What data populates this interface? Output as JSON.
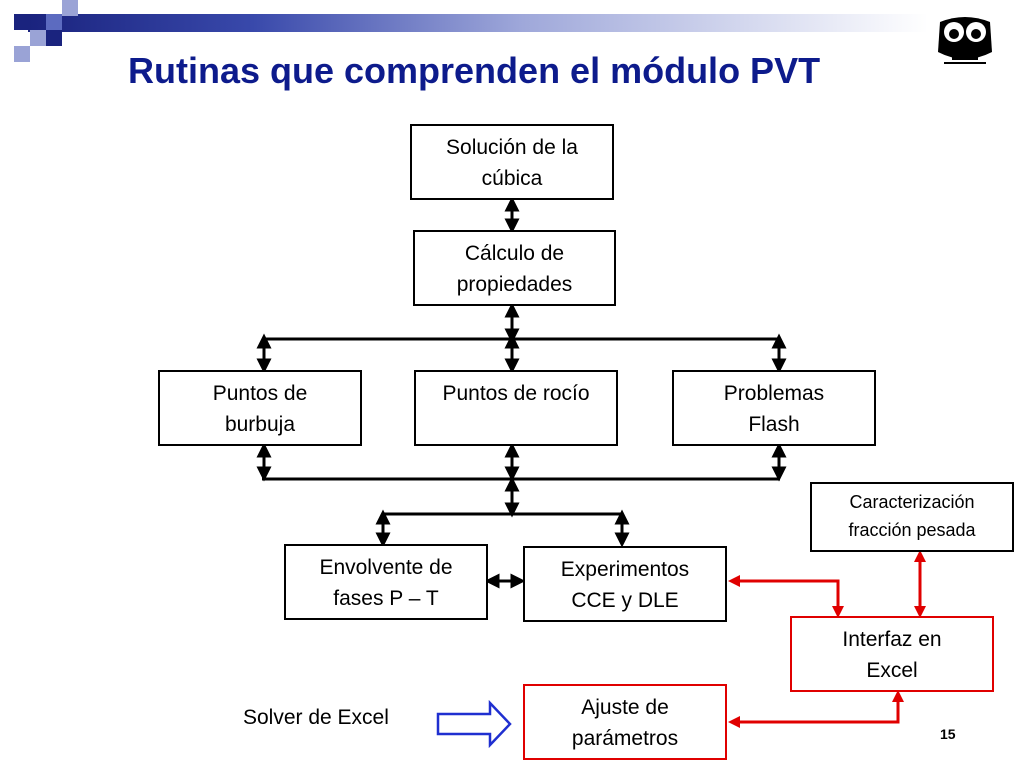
{
  "slide": {
    "title": "Rutinas que comprenden el módulo PVT",
    "page_number": "15"
  },
  "colors": {
    "title": "#0d1b8c",
    "box_border": "#000000",
    "highlight_red": "#e00000",
    "arrow_blue": "#1f2fd0"
  },
  "logo": {
    "icon": "owl-logo-icon"
  },
  "boxes": {
    "solucion_cubica": "Solución de la\ncúbica",
    "calculo_propiedades": "Cálculo de\npropiedades",
    "puntos_burbuja": "Puntos de\nburbuja",
    "puntos_rocio": "Puntos de rocío",
    "problemas_flash": "Problemas\nFlash",
    "envolvente_fases": "Envolvente de\nfases P – T",
    "experimentos": "Experimentos\nCCE y DLE",
    "caracterizacion": "Caracterización\nfracción pesada",
    "interfaz_excel": "Interfaz en\nExcel",
    "ajuste_parametros": "Ajuste de\nparámetros"
  },
  "solver_label": "Solver de Excel"
}
